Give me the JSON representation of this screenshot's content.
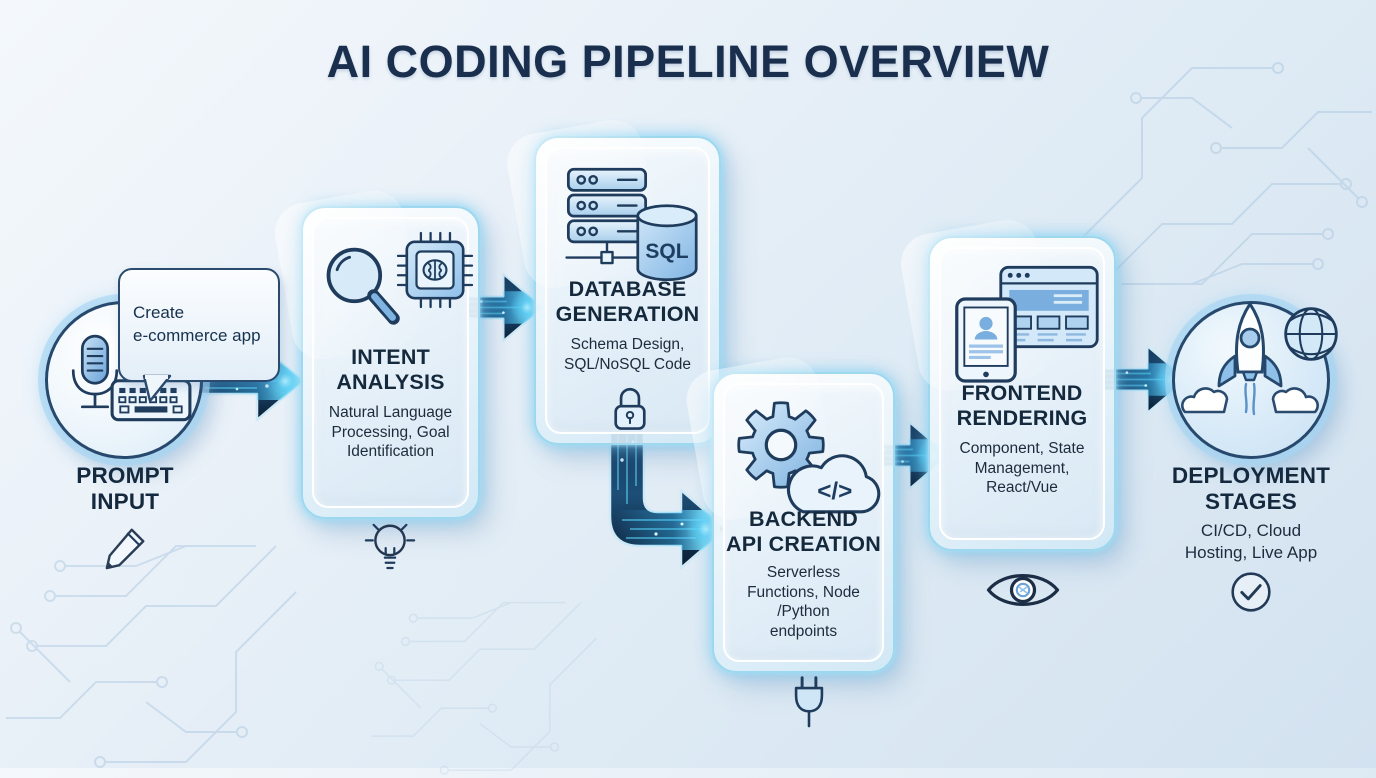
{
  "title": "AI CODING PIPELINE OVERVIEW",
  "bubble": {
    "text": "Create\ne-commerce app"
  },
  "labels": {
    "sql": "SQL",
    "code": "</>"
  },
  "colors": {
    "title_navy": "#1a2f4e",
    "arrow_navy": "#0f2c49",
    "accent_cyan": "#59d4f6",
    "card_glow": "#9ed8ee",
    "icon_navy": "#1f3c5d",
    "icon_blue": "#8fbce5",
    "background_top": "#f4f8fc",
    "background_bottom": "#d3e2f0"
  },
  "stages": [
    {
      "id": "prompt-input",
      "title": "PROMPT\nINPUT",
      "subtitle": "",
      "icons": [
        "microphone-icon",
        "keyboard-icon"
      ],
      "footer_icon": "pencil-icon"
    },
    {
      "id": "intent-analysis",
      "title": "INTENT\nANALYSIS",
      "subtitle": "Natural Language\nProcessing, Goal\nIdentification",
      "icons": [
        "magnifier-icon",
        "ai-chip-icon"
      ],
      "footer_icon": "lightbulb-icon"
    },
    {
      "id": "database-generation",
      "title": "DATABASE\nGENERATION",
      "subtitle": "Schema Design,\nSQL/NoSQL Code",
      "icons": [
        "server-stack-icon",
        "sql-cylinder-icon"
      ],
      "footer_icon": "lock-icon"
    },
    {
      "id": "backend-api-creation",
      "title": "BACKEND\nAPI CREATION",
      "subtitle": "Serverless\nFunctions, Node\n/Python\nendpoints",
      "icons": [
        "gear-icon",
        "cloud-code-icon"
      ],
      "footer_icon": "plug-icon"
    },
    {
      "id": "frontend-rendering",
      "title": "FRONTEND\nRENDERING",
      "subtitle": "Component, State\nManagement,\nReact/Vue",
      "icons": [
        "browser-window-icon",
        "tablet-icon"
      ],
      "footer_icon": "eye-icon"
    },
    {
      "id": "deployment-stages",
      "title": "DEPLOYMENT\nSTAGES",
      "subtitle": "CI/CD, Cloud\nHosting, Live App",
      "icons": [
        "rocket-icon",
        "globe-icon"
      ],
      "footer_icon": "check-circle-icon"
    }
  ]
}
